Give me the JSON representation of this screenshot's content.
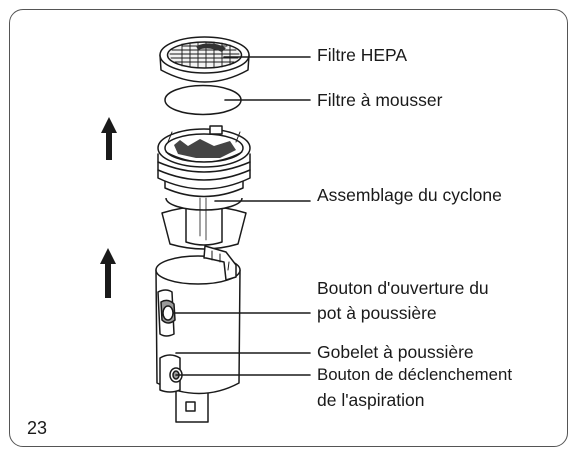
{
  "labels": {
    "hepa_filter": "Filtre HEPA",
    "foam_filter": "Filtre à mousser",
    "cyclone_assembly": "Assemblage du cyclone",
    "dust_cup_open_button_line1": "Bouton d'ouverture du",
    "dust_cup_open_button_line2": "pot à poussière",
    "dust_cup": "Gobelet à poussière",
    "suction_release_button_line1": "Bouton de déclenchement",
    "suction_release_button_line2": "de l'aspiration"
  },
  "page_number": "23",
  "colors": {
    "line": "#1a1a1a",
    "frame": "#555555",
    "part_fill": "#ffffff",
    "shade": "#9a9a9a"
  }
}
